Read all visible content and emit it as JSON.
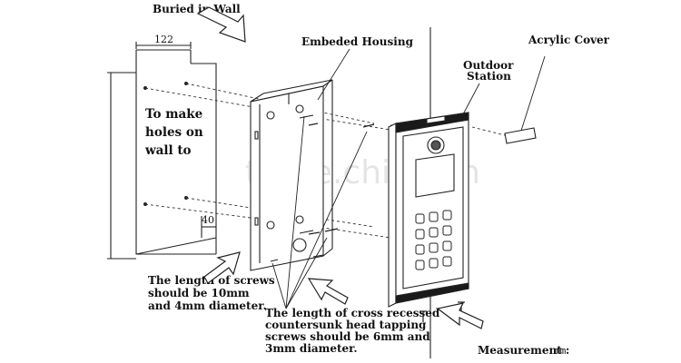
{
  "labels": {
    "buried_in_wall": "Buried in Wall",
    "embeded_housing": "Embeded Housing",
    "outdoor_station_line1": "Outdoor",
    "outdoor_station_line2": "Station",
    "acrylic_cover": "Acrylic Cover",
    "wall_note": [
      "To make",
      "holes on",
      "wall to"
    ],
    "screws_note_1": [
      "The length of screws",
      "should be 10mm",
      "and 4mm diameter."
    ],
    "screws_note_2": [
      "The length of cross recessed",
      "countersunk head tapping",
      "screws should be 6mm and",
      "3mm diameter."
    ],
    "measurement_label": "Measurement :",
    "measurement_unit": "mm",
    "watermark": "trade.china.cn"
  },
  "dimensions": {
    "width": "122",
    "depth": "40"
  },
  "keypad_keys": 12
}
